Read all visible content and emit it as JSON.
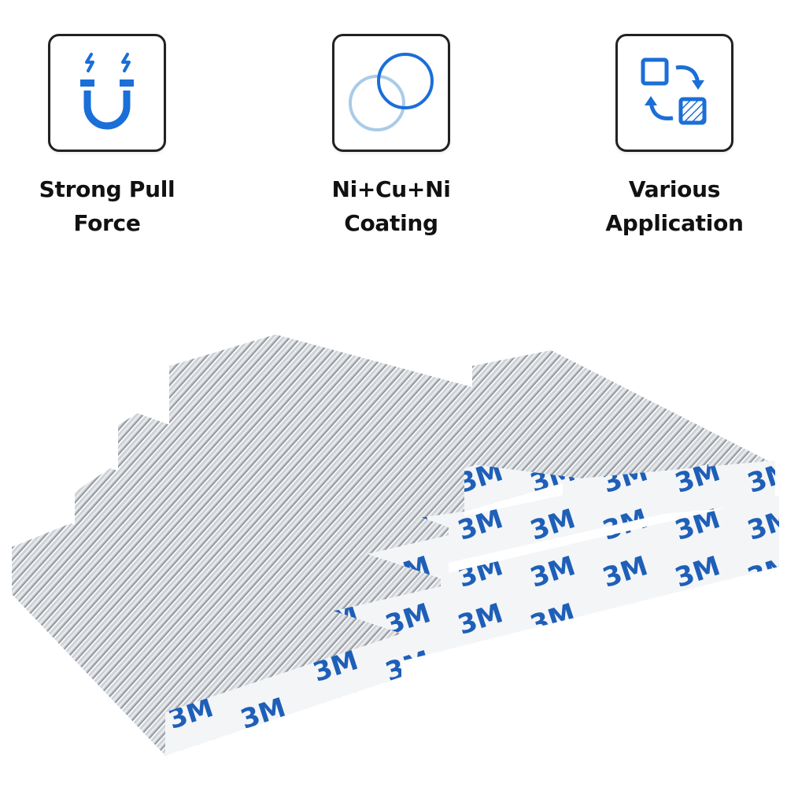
{
  "features": [
    {
      "icon": "magnet-icon",
      "label_line1": "Strong Pull",
      "label_line2": "Force"
    },
    {
      "icon": "coating-rings-icon",
      "label_line1": "Ni+Cu+Ni",
      "label_line2": "Coating"
    },
    {
      "icon": "application-swap-icon",
      "label_line1": "Various",
      "label_line2": "Application"
    }
  ],
  "product_image": {
    "subject": "stacked rectangular neodymium bar magnets with 3M adhesive backing",
    "backing_print": "3M"
  },
  "colors": {
    "icon_blue": "#1a6fd8",
    "icon_light_blue": "#a9cbe8",
    "frame": "#222222",
    "text": "#111111",
    "adhesive_blue": "#1e5fb8"
  }
}
